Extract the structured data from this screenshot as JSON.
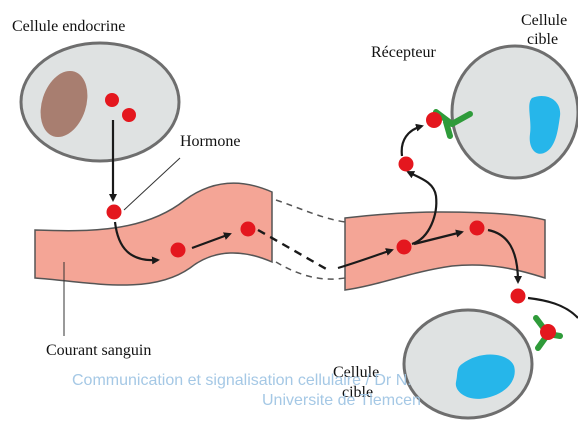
{
  "labels": {
    "endocrine_cell": "Cellule endocrine",
    "target_cell_top_line1": "Cellule",
    "target_cell_top_line2": "cible",
    "receptor": "Récepteur",
    "hormone": "Hormone",
    "blood_stream": "Courant sanguin",
    "target_cell_bottom_line1": "Cellule",
    "target_cell_bottom_line2": "cible"
  },
  "watermark": {
    "line1": "Communication et signalisation cellulaire / Dr N.",
    "line2": "Universite de Tlemcen"
  },
  "colors": {
    "cell_fill": "#dfe2e2",
    "cell_border": "#6e6e6e",
    "nucleus_endocrine": "#a87e70",
    "nucleus_target": "#26b6ea",
    "vessel_fill": "#f4a596",
    "vessel_border": "#555555",
    "hormone": "#e4171e",
    "receptor": "#2f9b3a",
    "arrow": "#1a1a1a",
    "watermark": "#9cc3e3"
  }
}
